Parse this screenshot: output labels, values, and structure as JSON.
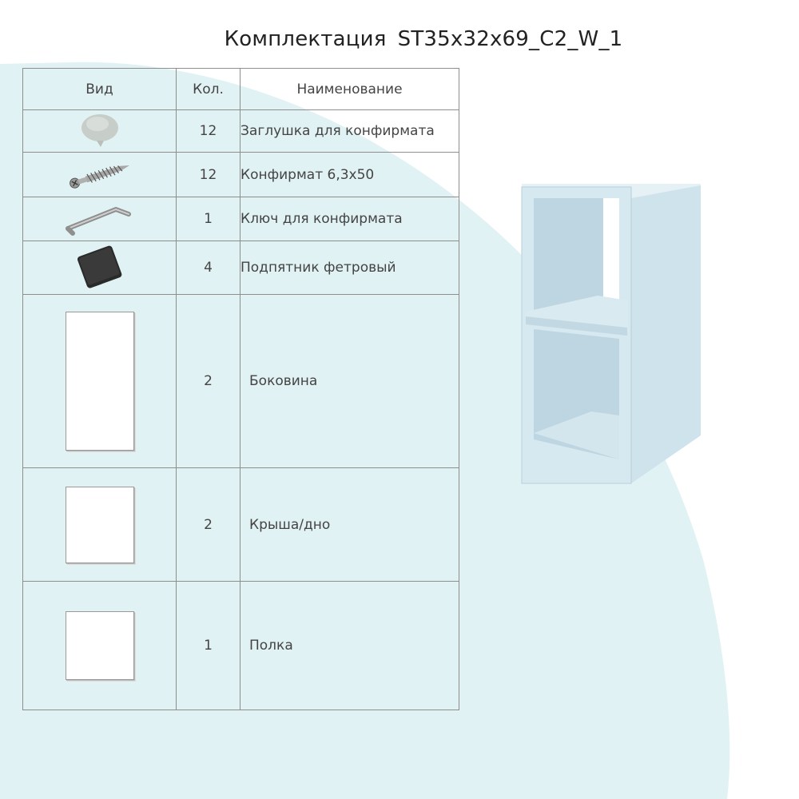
{
  "title": {
    "label": "Комплектация",
    "code": "ST35x32x69_C2_W_1"
  },
  "table": {
    "headers": [
      "Вид",
      "Кол.",
      "Наименование"
    ],
    "rows": [
      {
        "icon": "cap-icon",
        "qty": "12",
        "name": "Заглушка для конфирмата"
      },
      {
        "icon": "screw-icon",
        "qty": "12",
        "name": "Конфирмат 6,3х50"
      },
      {
        "icon": "hex-key-icon",
        "qty": "1",
        "name": "Ключ для конфирмата"
      },
      {
        "icon": "felt-pad-icon",
        "qty": "4",
        "name": "Подпятник фетровый"
      },
      {
        "icon": "side-panel-icon",
        "qty": "2",
        "name": "Боковина"
      },
      {
        "icon": "top-bottom-panel-icon",
        "qty": "2",
        "name": "Крыша/дно"
      },
      {
        "icon": "shelf-panel-icon",
        "qty": "1",
        "name": "Полка"
      }
    ]
  },
  "colors": {
    "background_shape": "#e1f2f4",
    "cabinet": "#d2e6ee",
    "border": "#8e8e8e"
  }
}
